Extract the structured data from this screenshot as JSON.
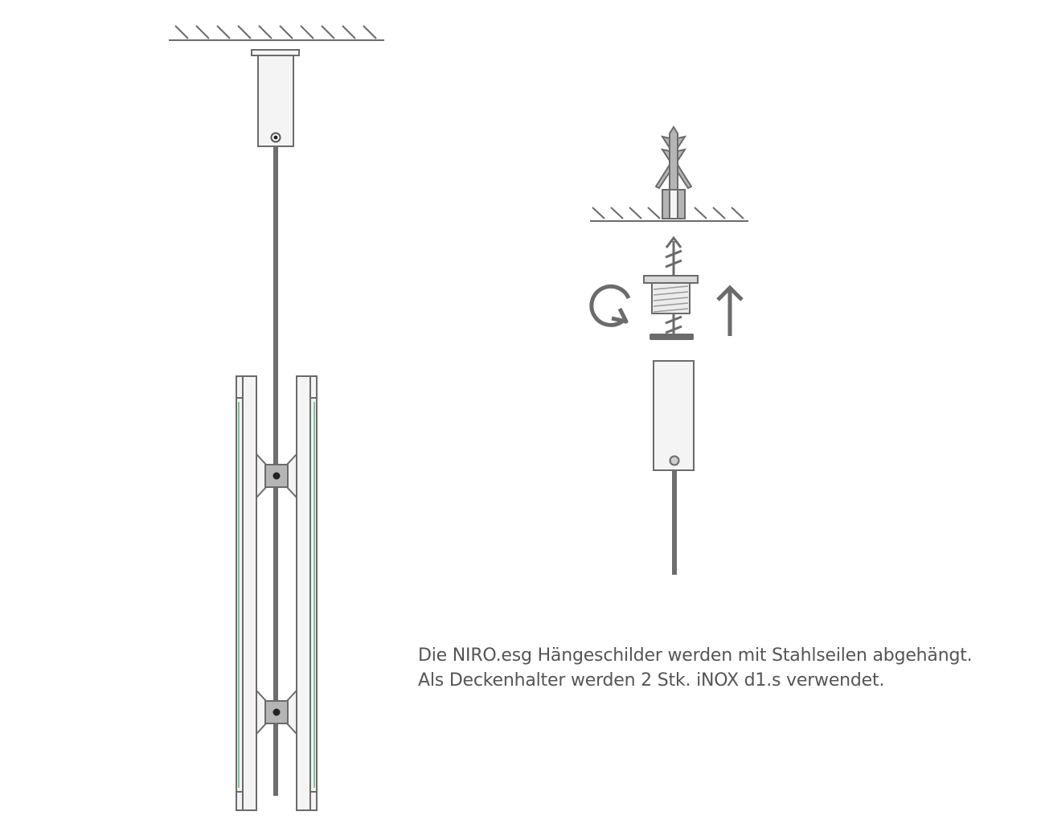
{
  "caption": {
    "line1": "Die NIRO.esg Hängeschilder werden mit Stahlseilen abgehängt.",
    "line2": "Als Deckenhalter werden 2 Stk. iNOX d1.s verwendet."
  },
  "colors": {
    "stroke": "#6b6b6b",
    "fill_light": "#f4f4f4",
    "fill_mid": "#b5b5b5",
    "cable": "#6e6e6e",
    "glass_accent": "#7fc49a",
    "text": "#555555"
  },
  "icons": [
    "ceiling-hatch",
    "ceiling-holder",
    "steel-cable",
    "sign-panel",
    "cable-clamp",
    "wall-plug",
    "threaded-screw",
    "rotate-icon",
    "arrow-up-icon",
    "holder-cylinder"
  ]
}
